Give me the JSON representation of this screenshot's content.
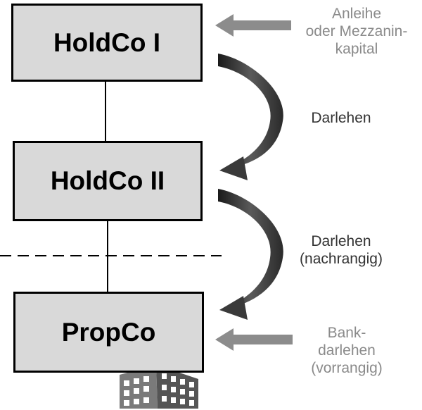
{
  "entities": {
    "holdco1": "HoldCo I",
    "holdco2": "HoldCo II",
    "propco": "PropCo"
  },
  "flows": {
    "bond": [
      "Anleihe",
      "oder Mezzanin-",
      "kapital"
    ],
    "loan1": [
      "Darlehen"
    ],
    "loan2": [
      "Darlehen",
      "(nachrangig)"
    ],
    "bank": [
      "Bank-",
      "darlehen",
      "(vorrangig)"
    ]
  },
  "colors": {
    "box_fill": "#d9d9d9",
    "flow_arrow": "#3a3a3a",
    "external_arrow": "#8c8c8c",
    "external_text": "#8a8a8a",
    "loan_text": "#333333"
  },
  "icons": {
    "building": "building-icon"
  }
}
